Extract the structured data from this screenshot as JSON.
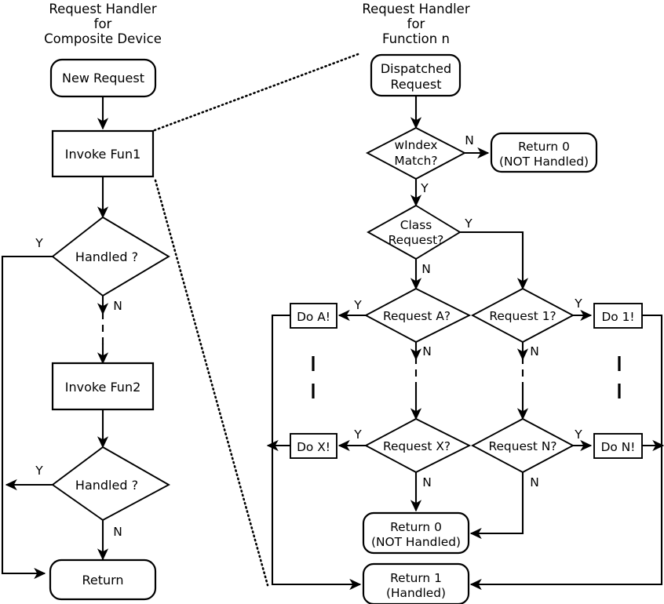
{
  "diagram": {
    "type": "flowchart",
    "background": "#ffffff",
    "stroke_color": "#000000",
    "columns": [
      {
        "id": "composite-device",
        "title_lines": [
          "Request Handler",
          "for",
          "Composite Device"
        ]
      },
      {
        "id": "function-n",
        "title_lines": [
          "Request Handler",
          "for",
          "Function n"
        ]
      }
    ]
  },
  "left_flow": {
    "title": {
      "line1": "Request Handler",
      "line2": "for",
      "line3": "Composite Device"
    },
    "nodes": [
      {
        "id": "new-request",
        "shape": "rounded",
        "label": "New Request"
      },
      {
        "id": "invoke-fun1",
        "shape": "rect",
        "label": "Invoke Fun1"
      },
      {
        "id": "handled-1",
        "shape": "diamond",
        "label": "Handled ?"
      },
      {
        "id": "invoke-fun2",
        "shape": "rect",
        "label": "Invoke Fun2"
      },
      {
        "id": "handled-2",
        "shape": "diamond",
        "label": "Handled ?"
      },
      {
        "id": "return",
        "shape": "rounded",
        "label": "Return"
      }
    ],
    "edge_labels": {
      "handled1_yes": "Y",
      "handled1_no": "N",
      "handled2_yes": "Y",
      "handled2_no": "N"
    }
  },
  "right_flow": {
    "title": {
      "line1": "Request Handler",
      "line2": "for",
      "line3": "Function n"
    },
    "nodes": [
      {
        "id": "dispatched-request",
        "shape": "rounded",
        "label_line1": "Dispatched",
        "label_line2": "Request"
      },
      {
        "id": "windex-match",
        "shape": "diamond",
        "label_line1": "wIndex",
        "label_line2": "Match?"
      },
      {
        "id": "return0-top",
        "shape": "rounded",
        "label_line1": "Return 0",
        "label_line2": "(NOT Handled)"
      },
      {
        "id": "class-request",
        "shape": "diamond",
        "label_line1": "Class",
        "label_line2": "Request?"
      },
      {
        "id": "request-a",
        "shape": "diamond",
        "label": "Request A?"
      },
      {
        "id": "request-1",
        "shape": "diamond",
        "label": "Request 1?"
      },
      {
        "id": "request-x",
        "shape": "diamond",
        "label": "Request X?"
      },
      {
        "id": "request-n",
        "shape": "diamond",
        "label": "Request N?"
      },
      {
        "id": "do-a",
        "shape": "rect",
        "label": "Do A!"
      },
      {
        "id": "do-1",
        "shape": "rect",
        "label": "Do 1!"
      },
      {
        "id": "do-x",
        "shape": "rect",
        "label": "Do X!"
      },
      {
        "id": "do-n",
        "shape": "rect",
        "label": "Do N!"
      },
      {
        "id": "return0-bottom",
        "shape": "rounded",
        "label_line1": "Return 0",
        "label_line2": "(NOT Handled)"
      },
      {
        "id": "return1-bottom",
        "shape": "rounded",
        "label_line1": "Return 1",
        "label_line2": "(Handled)"
      }
    ],
    "edge_labels": {
      "windex_no": "N",
      "windex_yes": "Y",
      "class_yes": "Y",
      "class_no": "N",
      "request_a_yes": "Y",
      "request_a_no": "N",
      "request_1_yes": "Y",
      "request_1_no": "N",
      "request_x_yes": "Y",
      "request_x_no": "N",
      "request_n_yes": "Y",
      "request_n_no": "N"
    }
  }
}
